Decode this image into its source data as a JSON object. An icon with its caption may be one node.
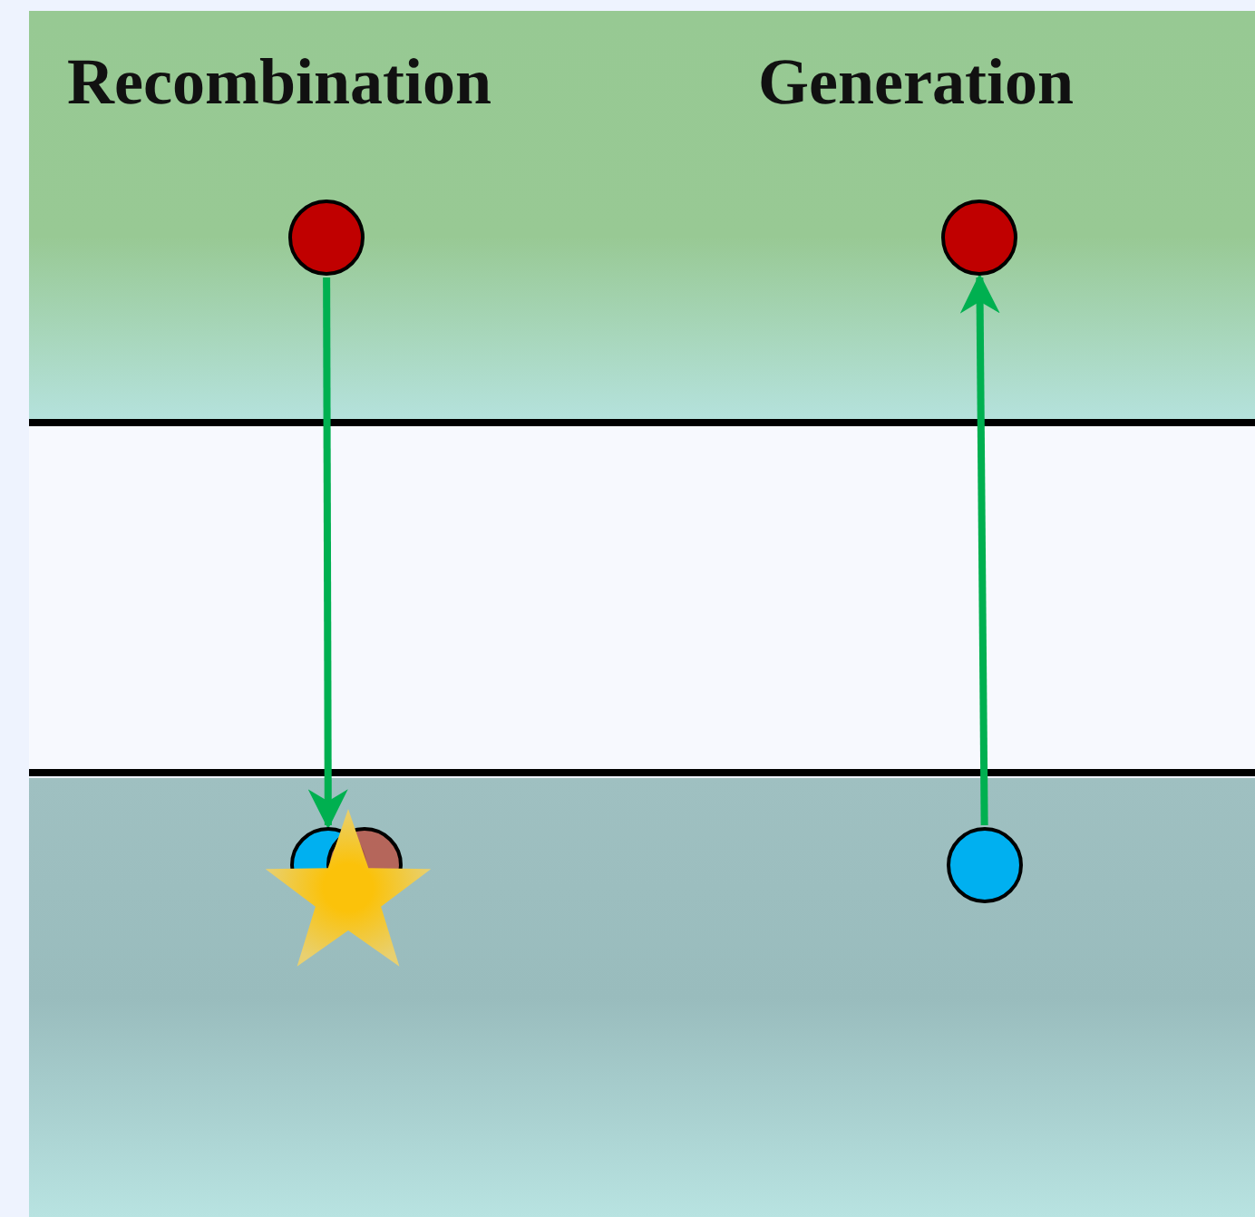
{
  "diagram": {
    "nodes": [
      {
        "text": [],
        "shape": "circle"
      },
      {
        "text": [],
        "shape": "star"
      },
      {
        "text": [],
        "shape": "circle"
      },
      {
        "text": [],
        "shape": "circle"
      }
    ],
    "edges": [
      {
        "from": 0,
        "to": 1,
        "arrow": "to"
      },
      {
        "from": 3,
        "to": 2,
        "arrow": "to"
      }
    ],
    "labels": [
      "Recombination",
      "Generation"
    ]
  }
}
